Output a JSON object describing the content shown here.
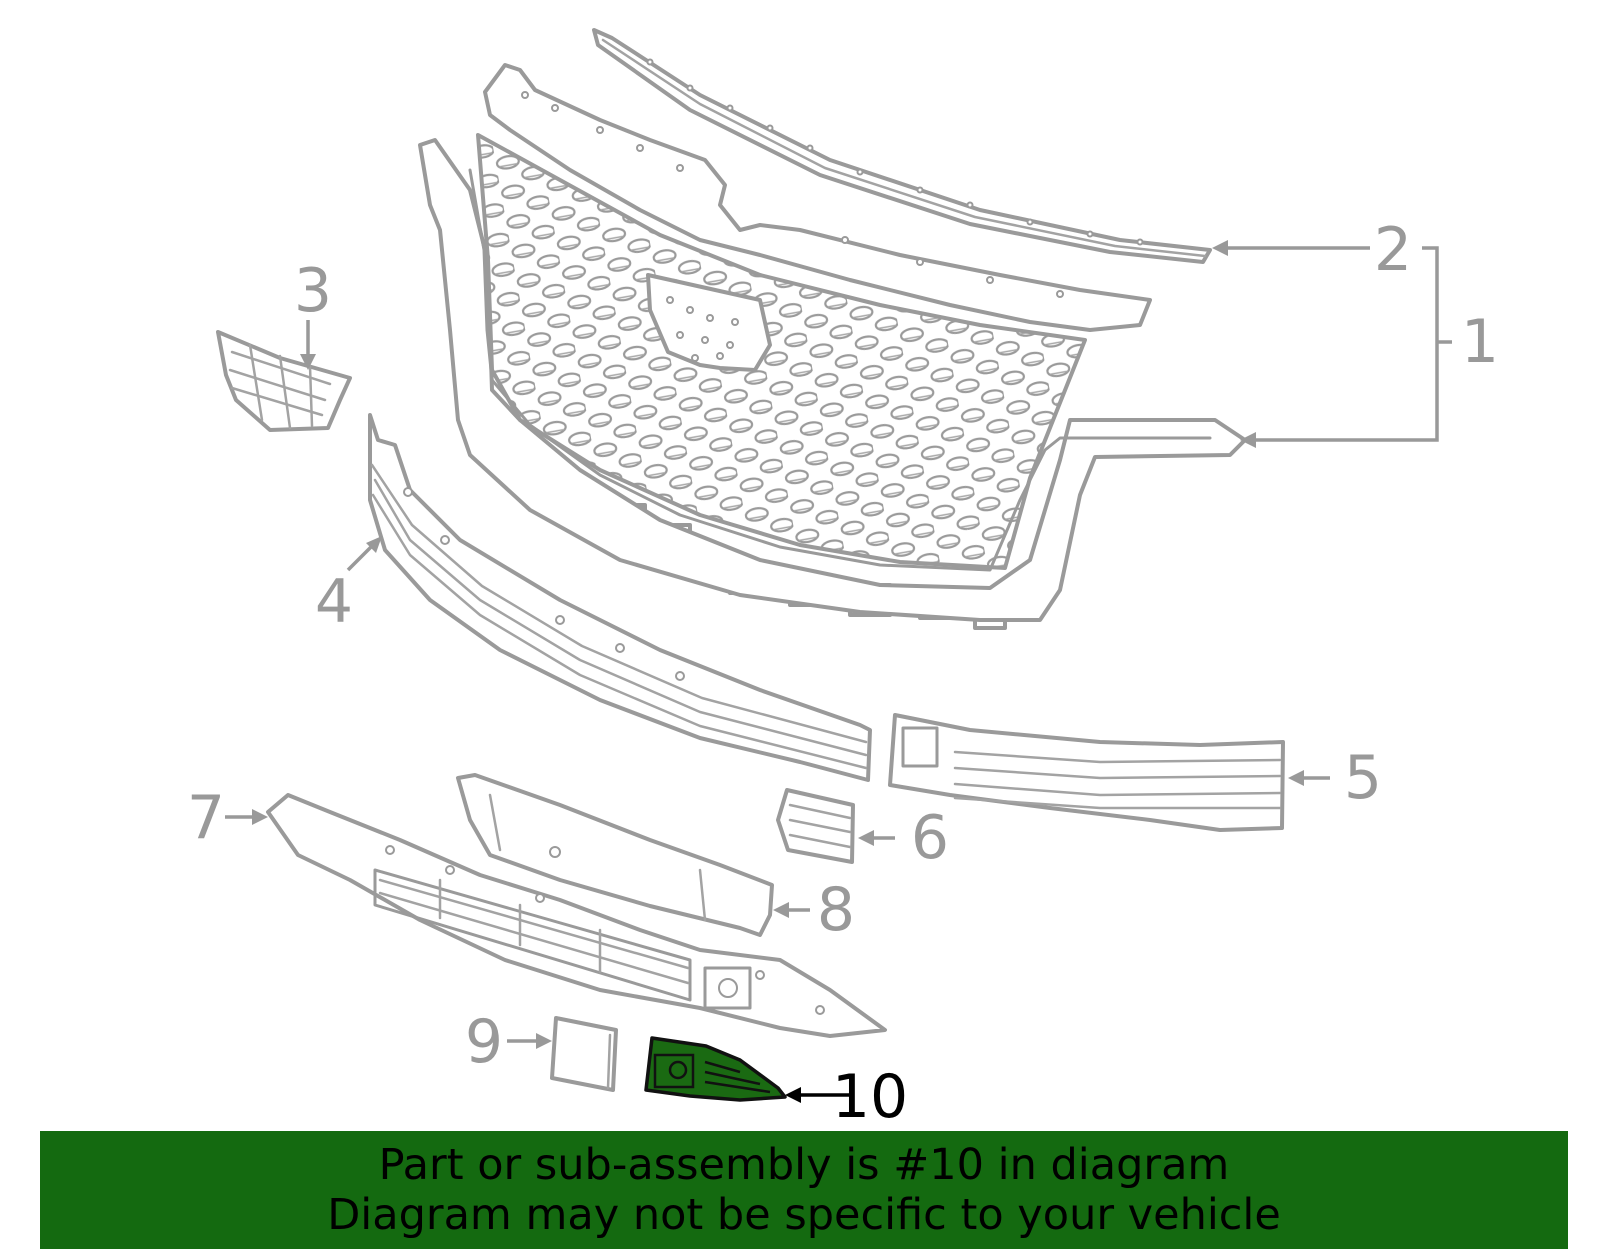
{
  "callouts": {
    "c1": "1",
    "c2": "2",
    "c3": "3",
    "c4": "4",
    "c5": "5",
    "c6": "6",
    "c7": "7",
    "c8": "8",
    "c9": "9",
    "c10": "10"
  },
  "highlighted_part": "10",
  "banner": {
    "line1": "Part or sub-assembly is #10 in diagram",
    "line2": "Diagram may not be specific to your vehicle"
  },
  "colors": {
    "banner": "#146a10",
    "highlight": "#1a6a12",
    "line_art": "#9a9a9a"
  }
}
